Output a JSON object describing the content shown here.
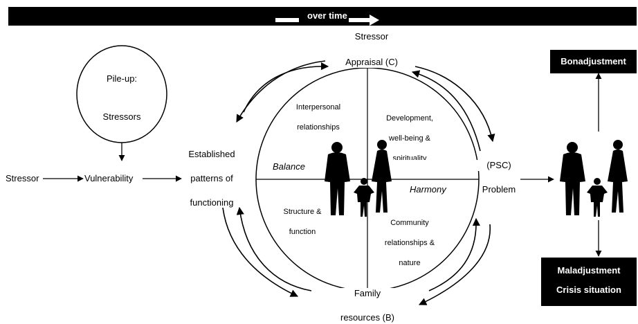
{
  "banner": {
    "label": "over time"
  },
  "left": {
    "pileup_title": "Pile-up:",
    "pileup_stressors": "Stressors",
    "stressor": "Stressor",
    "vulnerability": "Vulnerability",
    "established": [
      "Established",
      "patterns of",
      "functioning"
    ]
  },
  "appraisal": {
    "line1": "Stressor",
    "line2": "Appraisal (C)"
  },
  "resources": {
    "line1": "Family",
    "line2": "resources (B)"
  },
  "problem": {
    "line1": "(PSC)",
    "line2": "Problem"
  },
  "circle": {
    "q_top_left": [
      "Interpersonal",
      "relationships"
    ],
    "q_top_right": [
      "Development,",
      "well-being &",
      "spirituality"
    ],
    "q_bottom_left": [
      "Structure &",
      "function"
    ],
    "q_bottom_right": [
      "Community",
      "relationships &",
      "nature"
    ],
    "balance": "Balance",
    "harmony": "Harmony"
  },
  "outcomes": {
    "bonadjustment": "Bonadjustment",
    "maladjustment": "Maladjustment",
    "crisis": "Crisis situation"
  },
  "colors": {
    "ink": "#000000",
    "paper": "#ffffff"
  }
}
